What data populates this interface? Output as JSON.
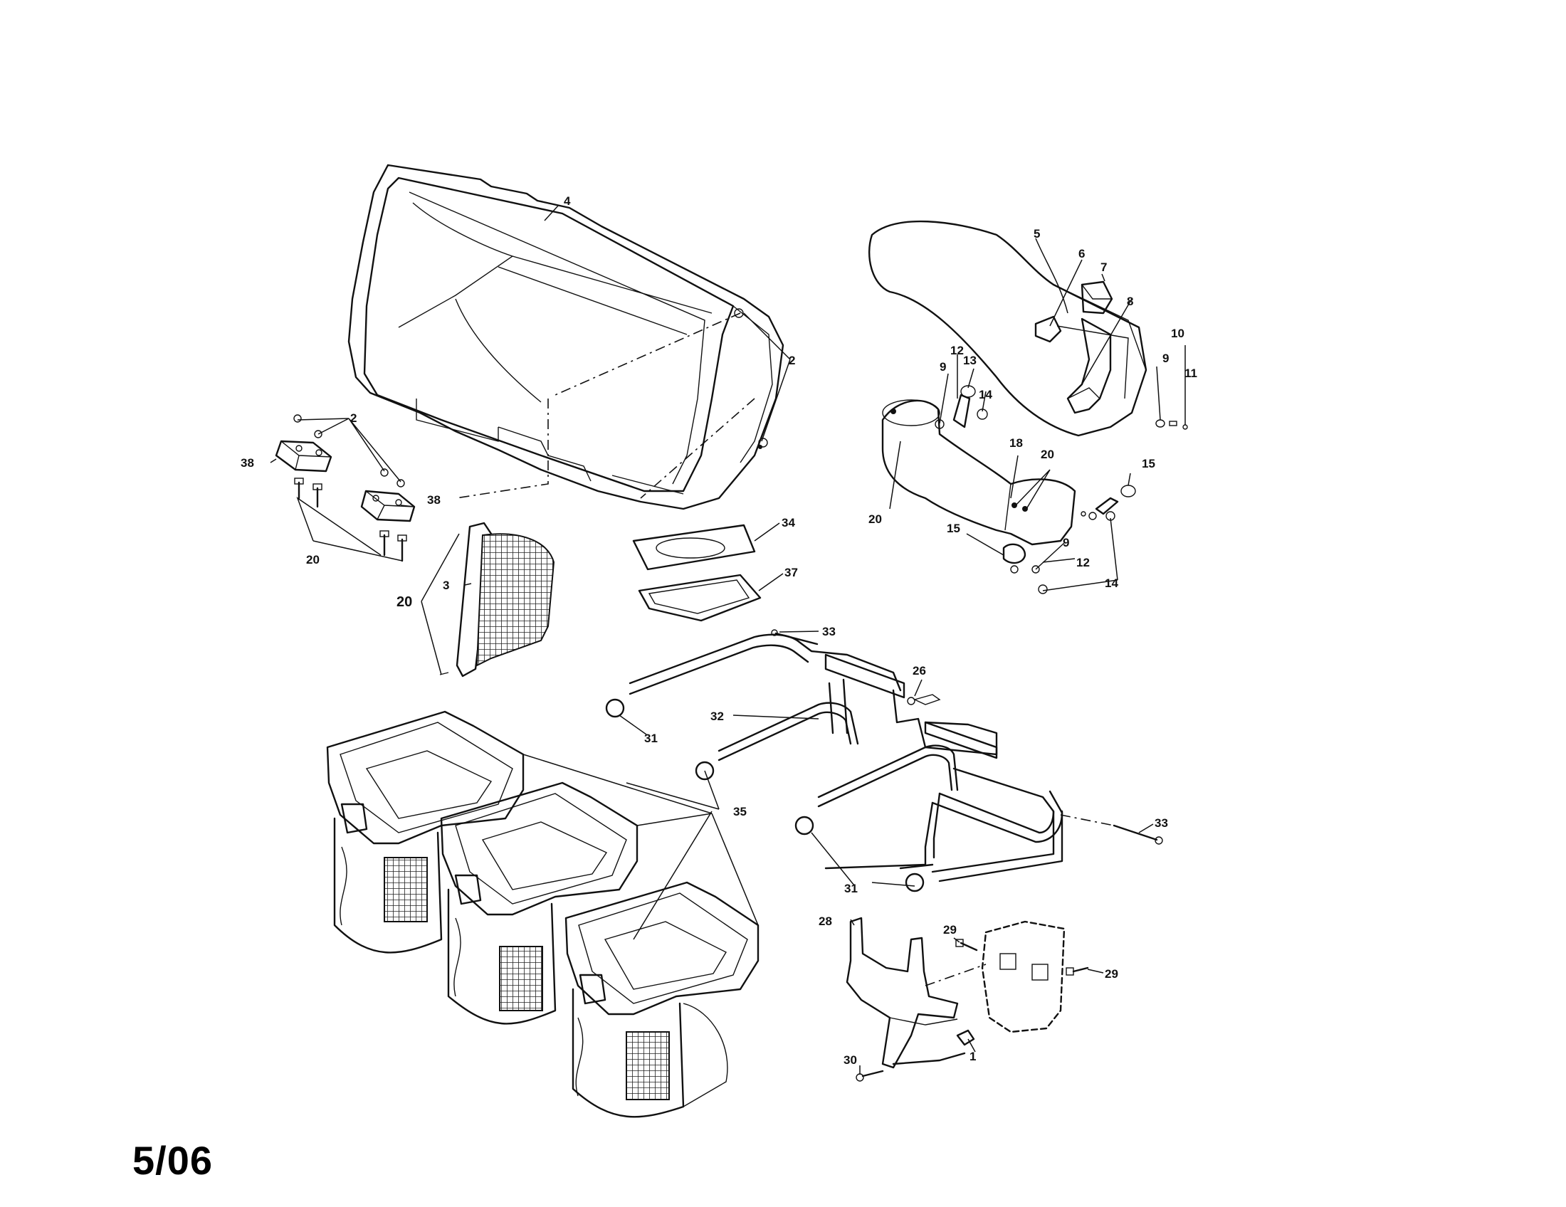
{
  "page_code": "5/06",
  "callouts": {
    "c1": "1",
    "c2": "2",
    "c3": "3",
    "c4": "4",
    "c5": "5",
    "c6": "6",
    "c7": "7",
    "c8": "8",
    "c9": "9",
    "c10": "10",
    "c11": "11",
    "c12": "12",
    "c13": "13",
    "c14": "14",
    "c15": "15",
    "c18": "18",
    "c20": "20",
    "c26": "26",
    "c28": "28",
    "c29": "29",
    "c30": "30",
    "c31": "31",
    "c32": "32",
    "c33": "33",
    "c34": "34",
    "c35": "35",
    "c37": "37",
    "c38": "38"
  }
}
